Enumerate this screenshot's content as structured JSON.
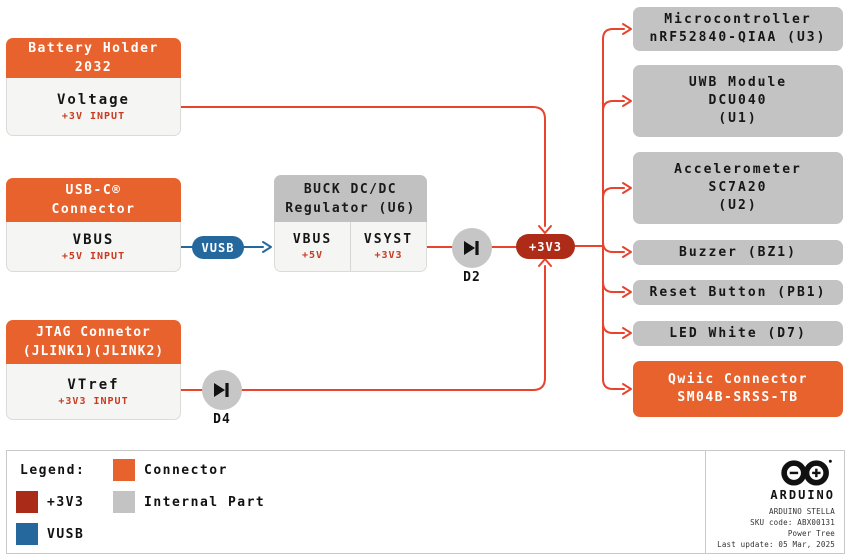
{
  "sources": {
    "battery": {
      "title_lines": [
        "Battery Holder",
        "2032"
      ],
      "pin": "Voltage",
      "note": "+3V INPUT"
    },
    "usb": {
      "title_lines": [
        "USB-C®",
        "Connector"
      ],
      "pin": "VBUS",
      "note": "+5V INPUT"
    },
    "jtag": {
      "title_lines": [
        "JTAG Connetor",
        "(JLINK1)(JLINK2)"
      ],
      "pin": "VTref",
      "note": "+3V3 INPUT"
    }
  },
  "regulator": {
    "title_lines": [
      "BUCK DC/DC",
      "Regulator (U6)"
    ],
    "cells": [
      {
        "pin": "VBUS",
        "note": "+5V"
      },
      {
        "pin": "VSYST",
        "note": "+3V3"
      }
    ]
  },
  "nets": {
    "vusb": "VUSB",
    "v3v3": "+3V3"
  },
  "diodes": {
    "d2": "D2",
    "d4": "D4"
  },
  "loads": [
    {
      "lines": [
        "Microcontroller",
        "nRF52840-QIAA (U3)"
      ],
      "type": "internal"
    },
    {
      "lines": [
        "UWB Module",
        "DCU040",
        "(U1)"
      ],
      "type": "internal"
    },
    {
      "lines": [
        "Accelerometer",
        "SC7A20",
        "(U2)"
      ],
      "type": "internal"
    },
    {
      "lines": [
        "Buzzer (BZ1)"
      ],
      "type": "internal"
    },
    {
      "lines": [
        "Reset Button (PB1)"
      ],
      "type": "internal"
    },
    {
      "lines": [
        "LED White (D7)"
      ],
      "type": "internal"
    },
    {
      "lines": [
        "Qwiic Connector",
        "SM04B-SRSS-TB"
      ],
      "type": "connector"
    }
  ],
  "legend": {
    "title": "Legend:",
    "items": [
      {
        "label": "Connector",
        "color": "#E8622D"
      },
      {
        "label": "+3V3",
        "color": "#A92B18"
      },
      {
        "label": "Internal Part",
        "color": "#C3C3C3"
      },
      {
        "label": "VUSB",
        "color": "#25689E"
      }
    ]
  },
  "footer": {
    "brand": "ARDUINO",
    "meta_lines": [
      "ARDUINO STELLA",
      "SKU code: ABX00131",
      "Power Tree",
      "Last update: 05 Mar, 2025"
    ]
  },
  "colors": {
    "connector_orange": "#E8622D",
    "rail_dark_red": "#AE2B18",
    "vusb_blue": "#25689E",
    "internal_gray": "#C3C3C3",
    "wire_red": "#E8432C",
    "wire_blue": "#25689E"
  }
}
